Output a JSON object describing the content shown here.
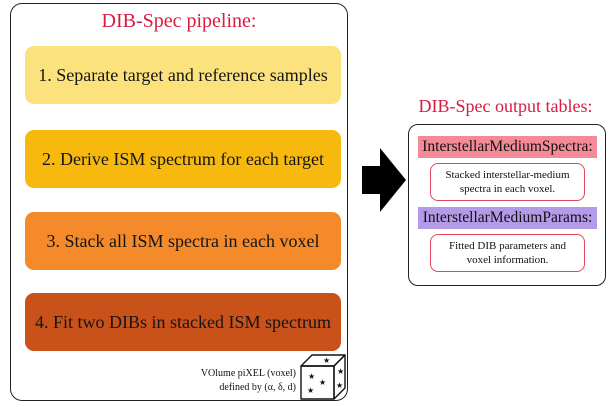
{
  "pipeline": {
    "title": "DIB-Spec pipeline:",
    "steps": [
      {
        "label": "1. Separate target and reference samples",
        "color": "#fbe27c"
      },
      {
        "label": "2. Derive ISM spectrum for each target",
        "color": "#f7b90e"
      },
      {
        "label": "3. Stack all ISM spectra in each voxel",
        "color": "#f58a2a"
      },
      {
        "label": "4. Fit two DIBs in stacked ISM spectrum",
        "color": "#c9511a"
      }
    ],
    "voxel_caption_line1": "VOlume piXEL (voxel)",
    "voxel_caption_line2": "defined by (α, δ, d)",
    "voxel_icon": "cube-with-stars-icon"
  },
  "arrow_icon": "right-arrow-icon",
  "output": {
    "title": "DIB-Spec output tables:",
    "tables": [
      {
        "name": "InterstellarMediumSpectra:",
        "description_line1": "Stacked interstellar-medium",
        "description_line2": "spectra in each voxel.",
        "color": "#f48a96"
      },
      {
        "name": "InterstellarMediumParams:",
        "description_line1": "Fitted DIB parameters and",
        "description_line2": "voxel information.",
        "color": "#b49be8"
      }
    ]
  },
  "accent_color": "#d81b40"
}
